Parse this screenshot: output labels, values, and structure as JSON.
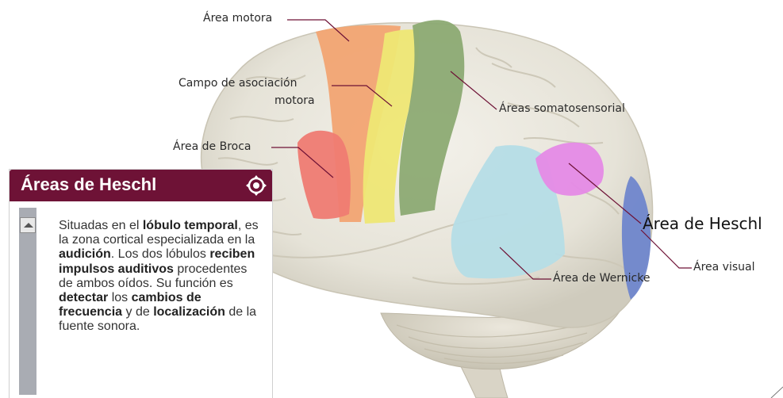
{
  "labels": {
    "area_motora": "Área motora",
    "campo_asociacion_1": "Campo de asociación",
    "campo_asociacion_2": "motora",
    "areas_somatosensorial": "Áreas somatosensorial",
    "area_broca": "Área de Broca",
    "area_heschl": "Área de Heschl",
    "area_visual": "Área visual",
    "area_wernicke": "Área de Wernicke"
  },
  "panel": {
    "title": "Áreas de Heschl",
    "segments": [
      {
        "text": "Situadas en el ",
        "bold": false
      },
      {
        "text": "lóbulo temporal",
        "bold": true
      },
      {
        "text": ", es la zona cortical especializada en la ",
        "bold": false
      },
      {
        "text": "audición",
        "bold": true
      },
      {
        "text": ". Los dos lóbulos ",
        "bold": false
      },
      {
        "text": "reciben impulsos auditivos",
        "bold": true
      },
      {
        "text": " procedentes de ambos oídos. Su función es ",
        "bold": false
      },
      {
        "text": "detectar",
        "bold": true
      },
      {
        "text": " los ",
        "bold": false
      },
      {
        "text": "cambios de frecuencia",
        "bold": true
      },
      {
        "text": " y de ",
        "bold": false
      },
      {
        "text": "localización",
        "bold": true
      },
      {
        "text": " de la fuente sonora.",
        "bold": false
      }
    ]
  },
  "colors": {
    "panel_header": "#6e1236",
    "motora": "#f2a472",
    "asociacion": "#eee774",
    "somatosensorial": "#8caa73",
    "broca": "#ef7b72",
    "wernicke": "#b5dde6",
    "heschl": "#e58ae6",
    "visual": "#6f86cc",
    "leader": "#6e1236"
  }
}
